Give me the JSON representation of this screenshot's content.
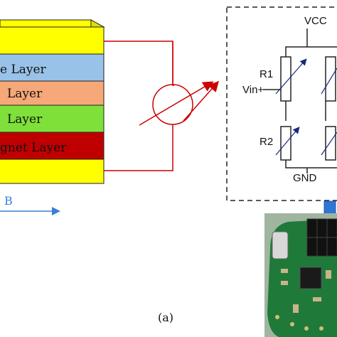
{
  "stack": {
    "layers": [
      {
        "label": "",
        "fill": "#ffff00"
      },
      {
        "label": "e Layer",
        "fill": "#99c2e8"
      },
      {
        "label": "Layer",
        "fill": "#f7a878"
      },
      {
        "label": "Layer",
        "fill": "#7fe03a"
      },
      {
        "label": "gnet Layer",
        "fill": "#c00000"
      },
      {
        "label": "",
        "fill": "#ffff00"
      }
    ],
    "field_label": "B"
  },
  "bridge": {
    "vcc_label": "VCC",
    "gnd_label": "GND",
    "vin_label": "Vin+",
    "r1_label": "R1",
    "r2_label": "R2"
  },
  "caption": "(a)",
  "colors": {
    "wire_red": "#cc0000",
    "arrow_blue": "#2e75d6",
    "field_blue": "#3a7fd4",
    "pcb_green": "#1f7a3a"
  }
}
